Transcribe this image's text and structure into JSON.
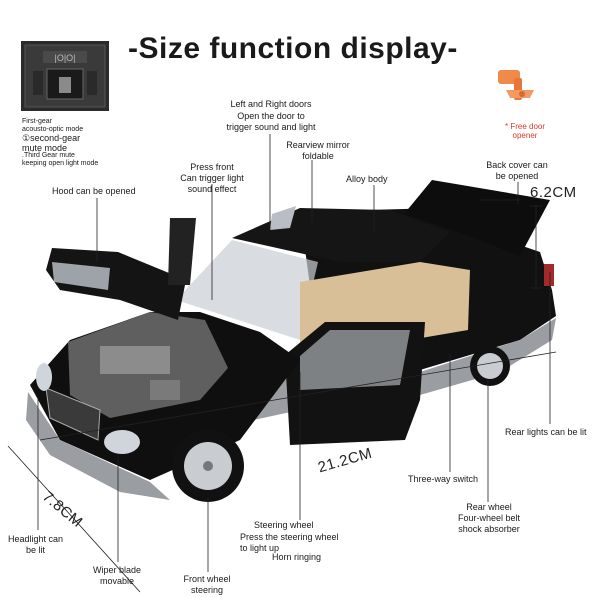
{
  "title": "-Size function display-",
  "switch_panel": {
    "icon": "three-gear-switch-icon",
    "lines": [
      "First-gear",
      "acousto-optic mode",
      "second-gear",
      "mute mode",
      "Third Gear mute",
      "keeping open light mode"
    ]
  },
  "door_opener": {
    "icon": "door-opener-tool-icon",
    "label_lines": [
      "* Free door",
      "opener"
    ],
    "color": "#f08a4b"
  },
  "labels": {
    "hood": "Hood can be opened",
    "press_front_1": "Press front",
    "press_front_2": "Can trigger light",
    "press_front_3": "sound effect",
    "doors_1": "Left and Right doors",
    "doors_2": "Open the door to",
    "doors_3": "trigger sound and light",
    "mirror_1": "Rearview mirror",
    "mirror_2": "foldable",
    "alloy": "Alloy body",
    "back_cover_1": "Back cover can",
    "back_cover_2": "be opened",
    "rear_lights": "Rear lights can be lit",
    "three_way": "Three-way switch",
    "rear_wheel_1": "Rear wheel",
    "rear_wheel_2": "Four-wheel belt",
    "rear_wheel_3": "shock absorber",
    "steering_1": "Steering wheel",
    "steering_2": "Press the steering wheel",
    "steering_3": "to light up",
    "steering_4": "Horn ringing",
    "headlight_1": "Headlight can",
    "headlight_2": "be lit",
    "wiper_1": "Wiper blade",
    "wiper_2": "movable",
    "front_wheel_1": "Front wheel",
    "front_wheel_2": "steering"
  },
  "dimensions": {
    "height": "6.2CM",
    "length": "21.2CM",
    "width": "7.8CM"
  },
  "colors": {
    "body": "#111111",
    "lower_body": "#9a9ea3",
    "interior": "#d9bf98",
    "engine": "#6d6d6d"
  }
}
